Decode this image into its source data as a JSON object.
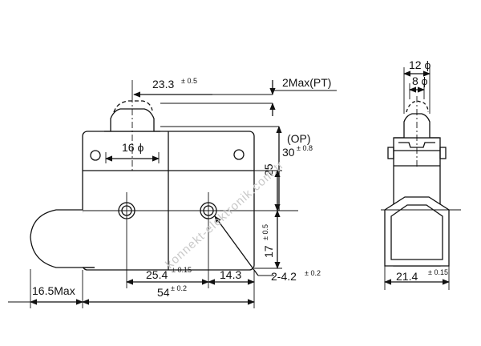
{
  "front_view": {
    "top_width": {
      "value": "23.3",
      "tol": "± 0.5"
    },
    "pt": {
      "label": "2Max(PT)"
    },
    "plunger_dia": {
      "value": "16 ϕ"
    },
    "op": {
      "label": "(OP)",
      "value": "30",
      "tol": "± 0.8"
    },
    "height_25": {
      "value": "25"
    },
    "height_17": {
      "value": "17",
      "tol": "± 0.5"
    },
    "hole_pitch": {
      "value": "25.4",
      "tol": "± 0.15"
    },
    "hole_edge": {
      "value": "14.3"
    },
    "mount_holes": {
      "value": "2-4.2",
      "tol": "± 0.2"
    },
    "overall_width": {
      "value": "54",
      "tol": "± 0.2"
    },
    "cap_length": {
      "value": "16.5Max"
    }
  },
  "side_view": {
    "outer_dia": {
      "value": "12 ϕ"
    },
    "inner_dia": {
      "value": "8 ϕ"
    },
    "width": {
      "value": "21.4",
      "tol": "± 0.15"
    }
  },
  "watermark": "konnekt-elektronik.com.tr"
}
